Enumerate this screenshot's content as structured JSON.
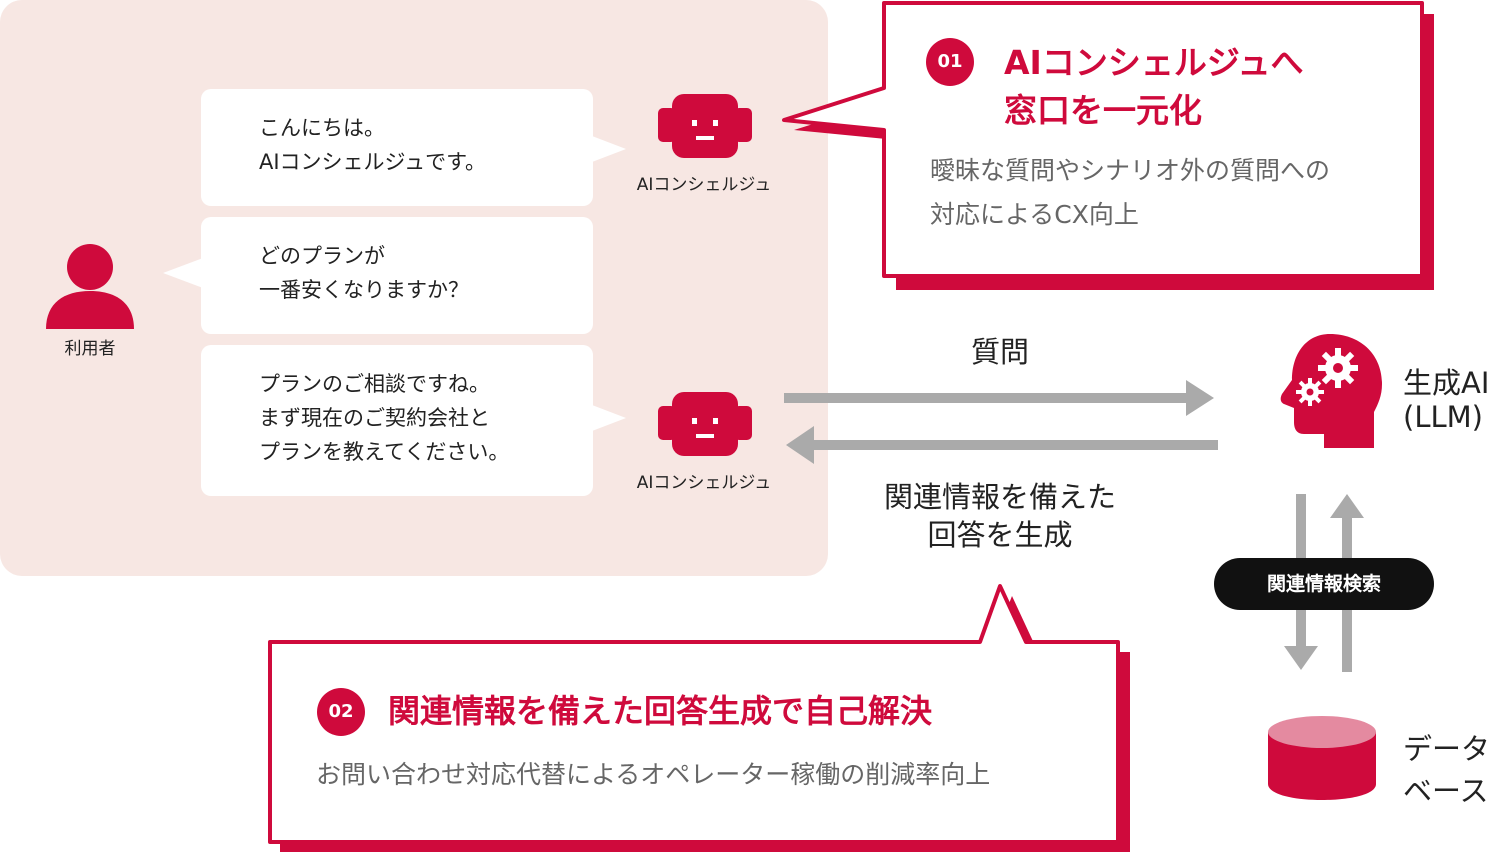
{
  "colors": {
    "accent": "#cf0a3c",
    "panel": "#f7e7e3",
    "arrow": "#aaaaaa",
    "db_top": "#e48aa0"
  },
  "chat": {
    "user_label": "利用者",
    "bot_label": "AIコンシェルジュ",
    "messages": [
      {
        "from": "bot",
        "text": "こんにちは。\nAIコンシェルジュです。"
      },
      {
        "from": "user",
        "text": "どのプランが\n一番安くなりますか？"
      },
      {
        "from": "bot",
        "text": "プランのご相談ですね。\nまず現在のご契約会社と\nプランを教えてください。"
      }
    ]
  },
  "callout1": {
    "number": "01",
    "title_line1": "AIコンシェルジュへ",
    "title_line2": "窓口を一元化",
    "desc_line1": "曖昧な質問やシナリオ外の質問への",
    "desc_line2": "対応によるCX向上"
  },
  "callout2": {
    "number": "02",
    "title": "関連情報を備えた回答生成で自己解決",
    "desc": "お問い合わせ対応代替によるオペレーター稼働の削減率向上"
  },
  "flow": {
    "question": "質問",
    "answer": "関連情報を備えた\n回答を生成",
    "search": "関連情報検索"
  },
  "nodes": {
    "llm": "生成AI\n(LLM)",
    "database": "データ\nベース"
  },
  "icons": {
    "user": "person-icon",
    "bot": "robot-icon",
    "llm": "head-gears-icon",
    "database": "database-icon"
  }
}
